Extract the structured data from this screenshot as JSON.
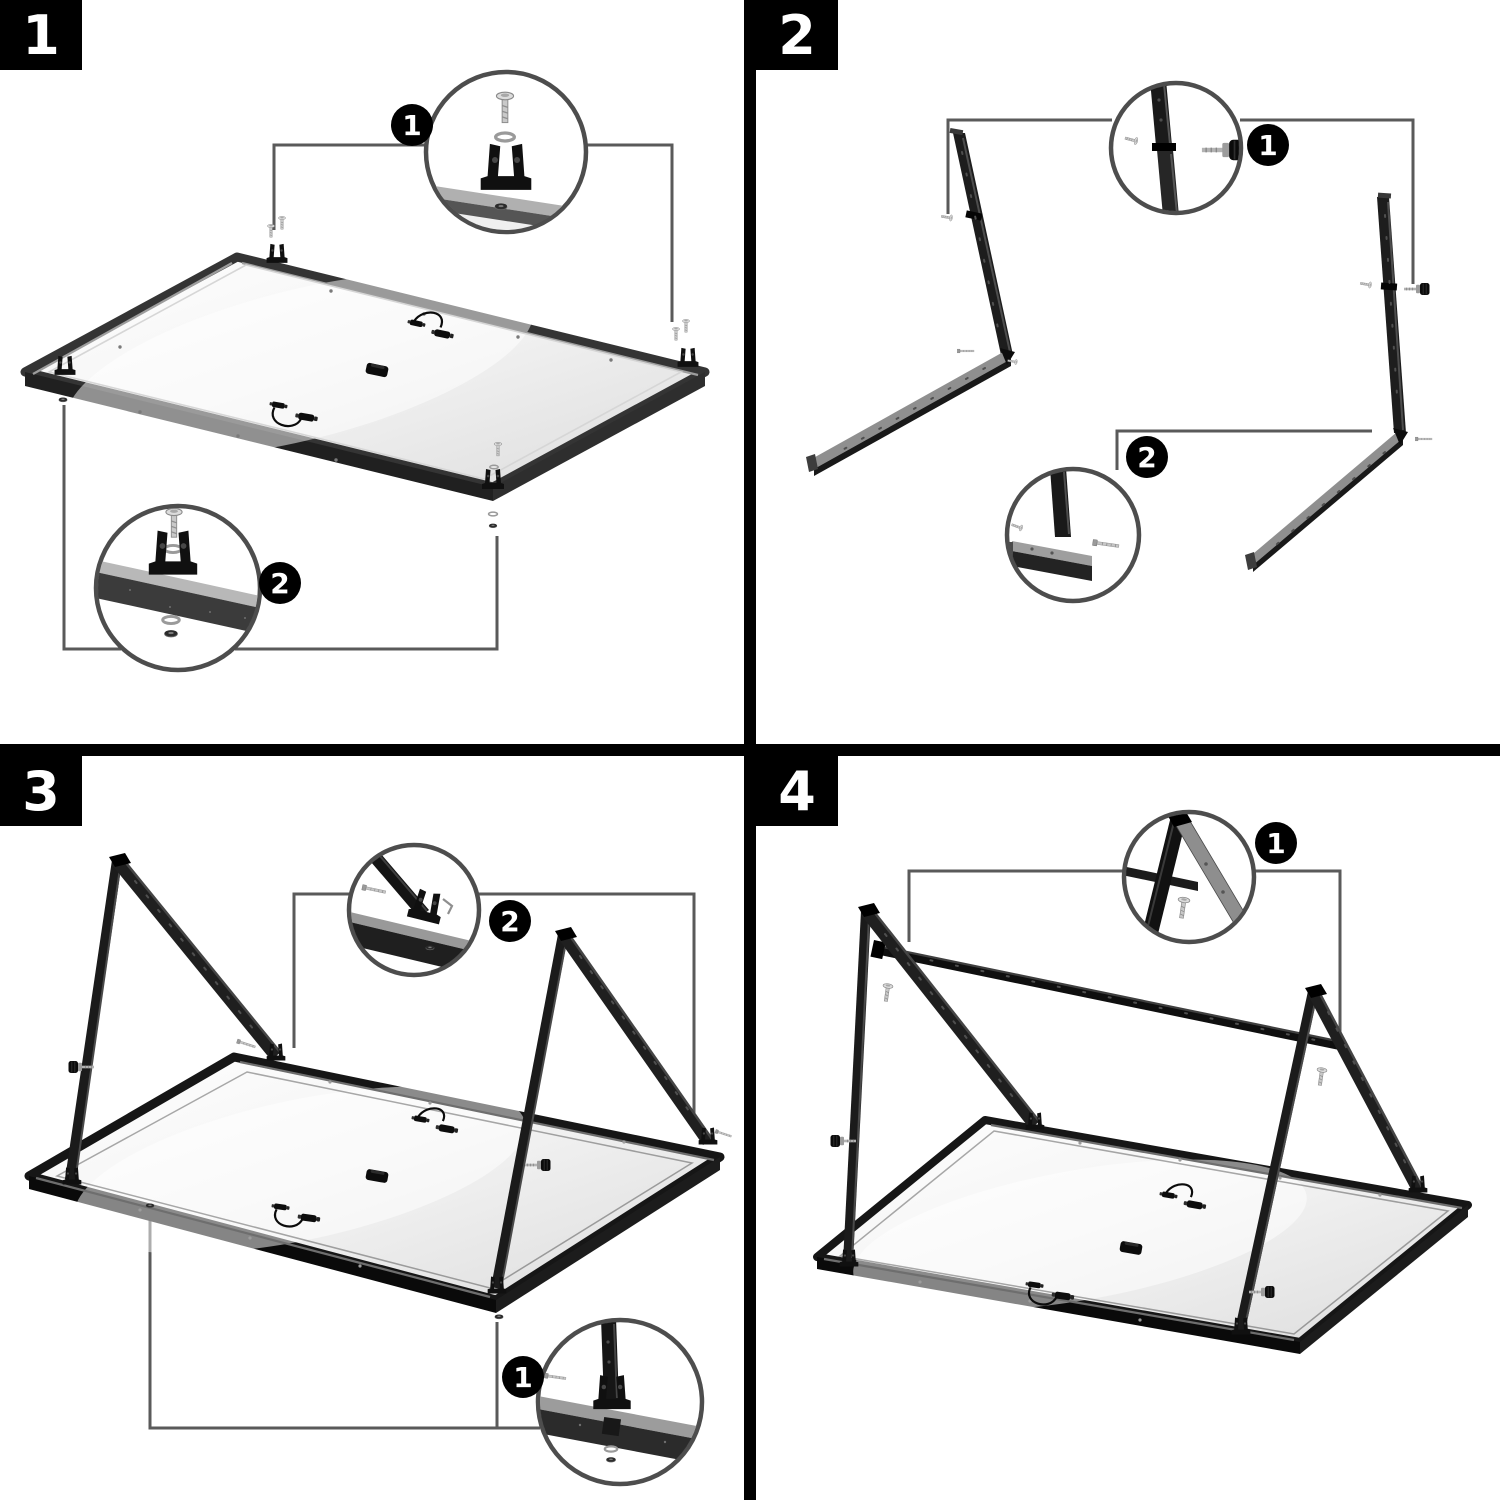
{
  "sheet": {
    "type": "assembly-instruction-diagram",
    "colors": {
      "background": "#ffffff",
      "divider": "#000000",
      "step_badge_bg": "#000000",
      "step_badge_fg": "#ffffff",
      "callout_badge_bg": "#000000",
      "callout_badge_fg": "#ffffff",
      "callout_ring": "#4d4d4d",
      "leader_line": "#5a5a5a",
      "frame_dark": "#1b1b1b",
      "frame_light": "#9e9e9e",
      "panel_face": "#f2f2f2"
    }
  },
  "steps": [
    {
      "number": "1",
      "callouts": [
        {
          "number": "1"
        },
        {
          "number": "2"
        }
      ]
    },
    {
      "number": "2",
      "callouts": [
        {
          "number": "1"
        },
        {
          "number": "2"
        }
      ]
    },
    {
      "number": "3",
      "callouts": [
        {
          "number": "2"
        },
        {
          "number": "1"
        }
      ]
    },
    {
      "number": "4",
      "callouts": [
        {
          "number": "1"
        }
      ]
    }
  ]
}
